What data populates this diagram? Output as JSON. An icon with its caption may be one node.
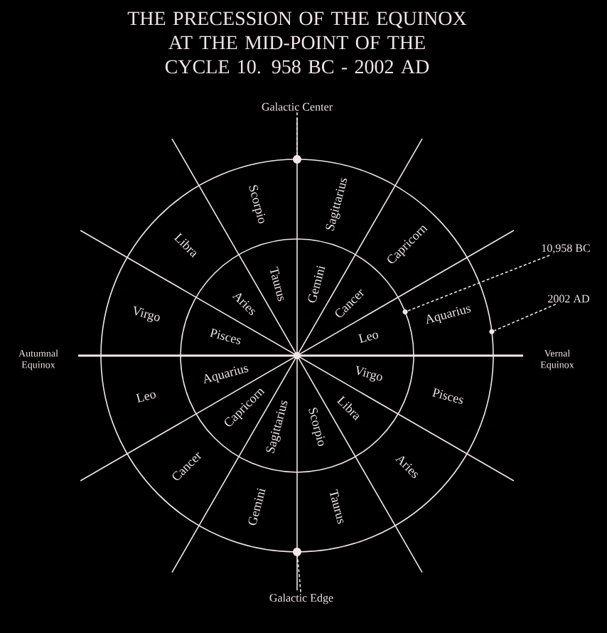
{
  "diagram": {
    "title": "THE PRECESSION OF THE EQUINOX AT THE MID-POINT OF THE CYCLE 10. 958 BC - 2002 AD",
    "nodes": [
      {
        "text": [
          "Galactic Center"
        ]
      },
      {
        "text": [],
        "shape": "circle"
      },
      {
        "text": [
          "Galactic Edge"
        ]
      },
      {
        "text": [],
        "shape": "circle"
      },
      {
        "text": [
          "10,958 BC"
        ]
      },
      {
        "text": [],
        "shape": "circle"
      },
      {
        "text": [
          "2002 AD"
        ]
      },
      {
        "text": [],
        "shape": "circle"
      }
    ],
    "edges": [
      {
        "from": 0,
        "to": 1,
        "arrow": "none",
        "style": "dashed"
      },
      {
        "from": 2,
        "to": 3,
        "arrow": "none",
        "style": "dashed"
      },
      {
        "from": 4,
        "to": 5,
        "arrow": "none",
        "style": "dashed"
      },
      {
        "from": 6,
        "to": 7,
        "arrow": "none",
        "style": "dashed"
      }
    ],
    "labels": [
      "Scorpio",
      "Sagittarius",
      "Capricorn",
      "Aquarius",
      "Pisces",
      "Aries",
      "Taurus",
      "Gemini",
      "Cancer",
      "Leo",
      "Virgo",
      "Libra",
      "Taurus",
      "Gemini",
      "Cancer",
      "Leo",
      "Virgo",
      "Libra",
      "Scorpio",
      "Sagittarius",
      "Capricorn",
      "Aquarius",
      "Pisces",
      "Aries",
      "Autumnal Equinox",
      "Vernal Equinox"
    ]
  }
}
